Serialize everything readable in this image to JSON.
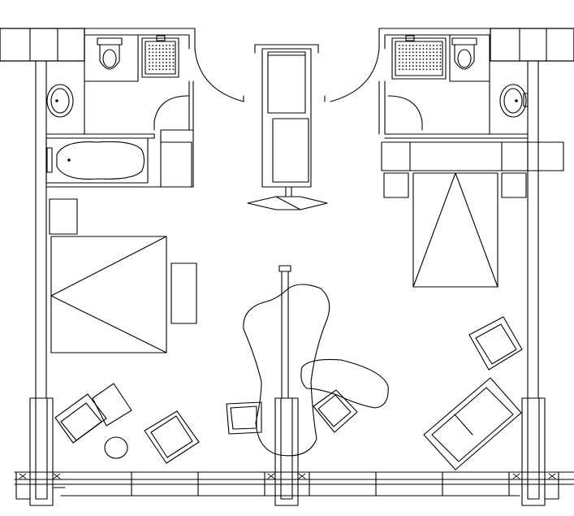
{
  "drawing": {
    "kind": "architectural floor plan",
    "units": [
      {
        "side": "left",
        "fixtures": [
          "wardrobe",
          "toilet",
          "shower",
          "washbasin",
          "bathtub",
          "bed",
          "nightstand",
          "desk",
          "armchair",
          "armchair",
          "side-table"
        ]
      },
      {
        "side": "right",
        "fixtures": [
          "wardrobe",
          "toilet",
          "shower",
          "washbasin",
          "bed",
          "nightstand",
          "nightstand",
          "sofa",
          "armchair"
        ]
      }
    ],
    "shared": [
      "corridor-cabinet",
      "partition-wall",
      "lounge-chair",
      "lounge-chair",
      "ottoman"
    ],
    "colors": {
      "line": "#000000",
      "background": "#ffffff"
    }
  }
}
